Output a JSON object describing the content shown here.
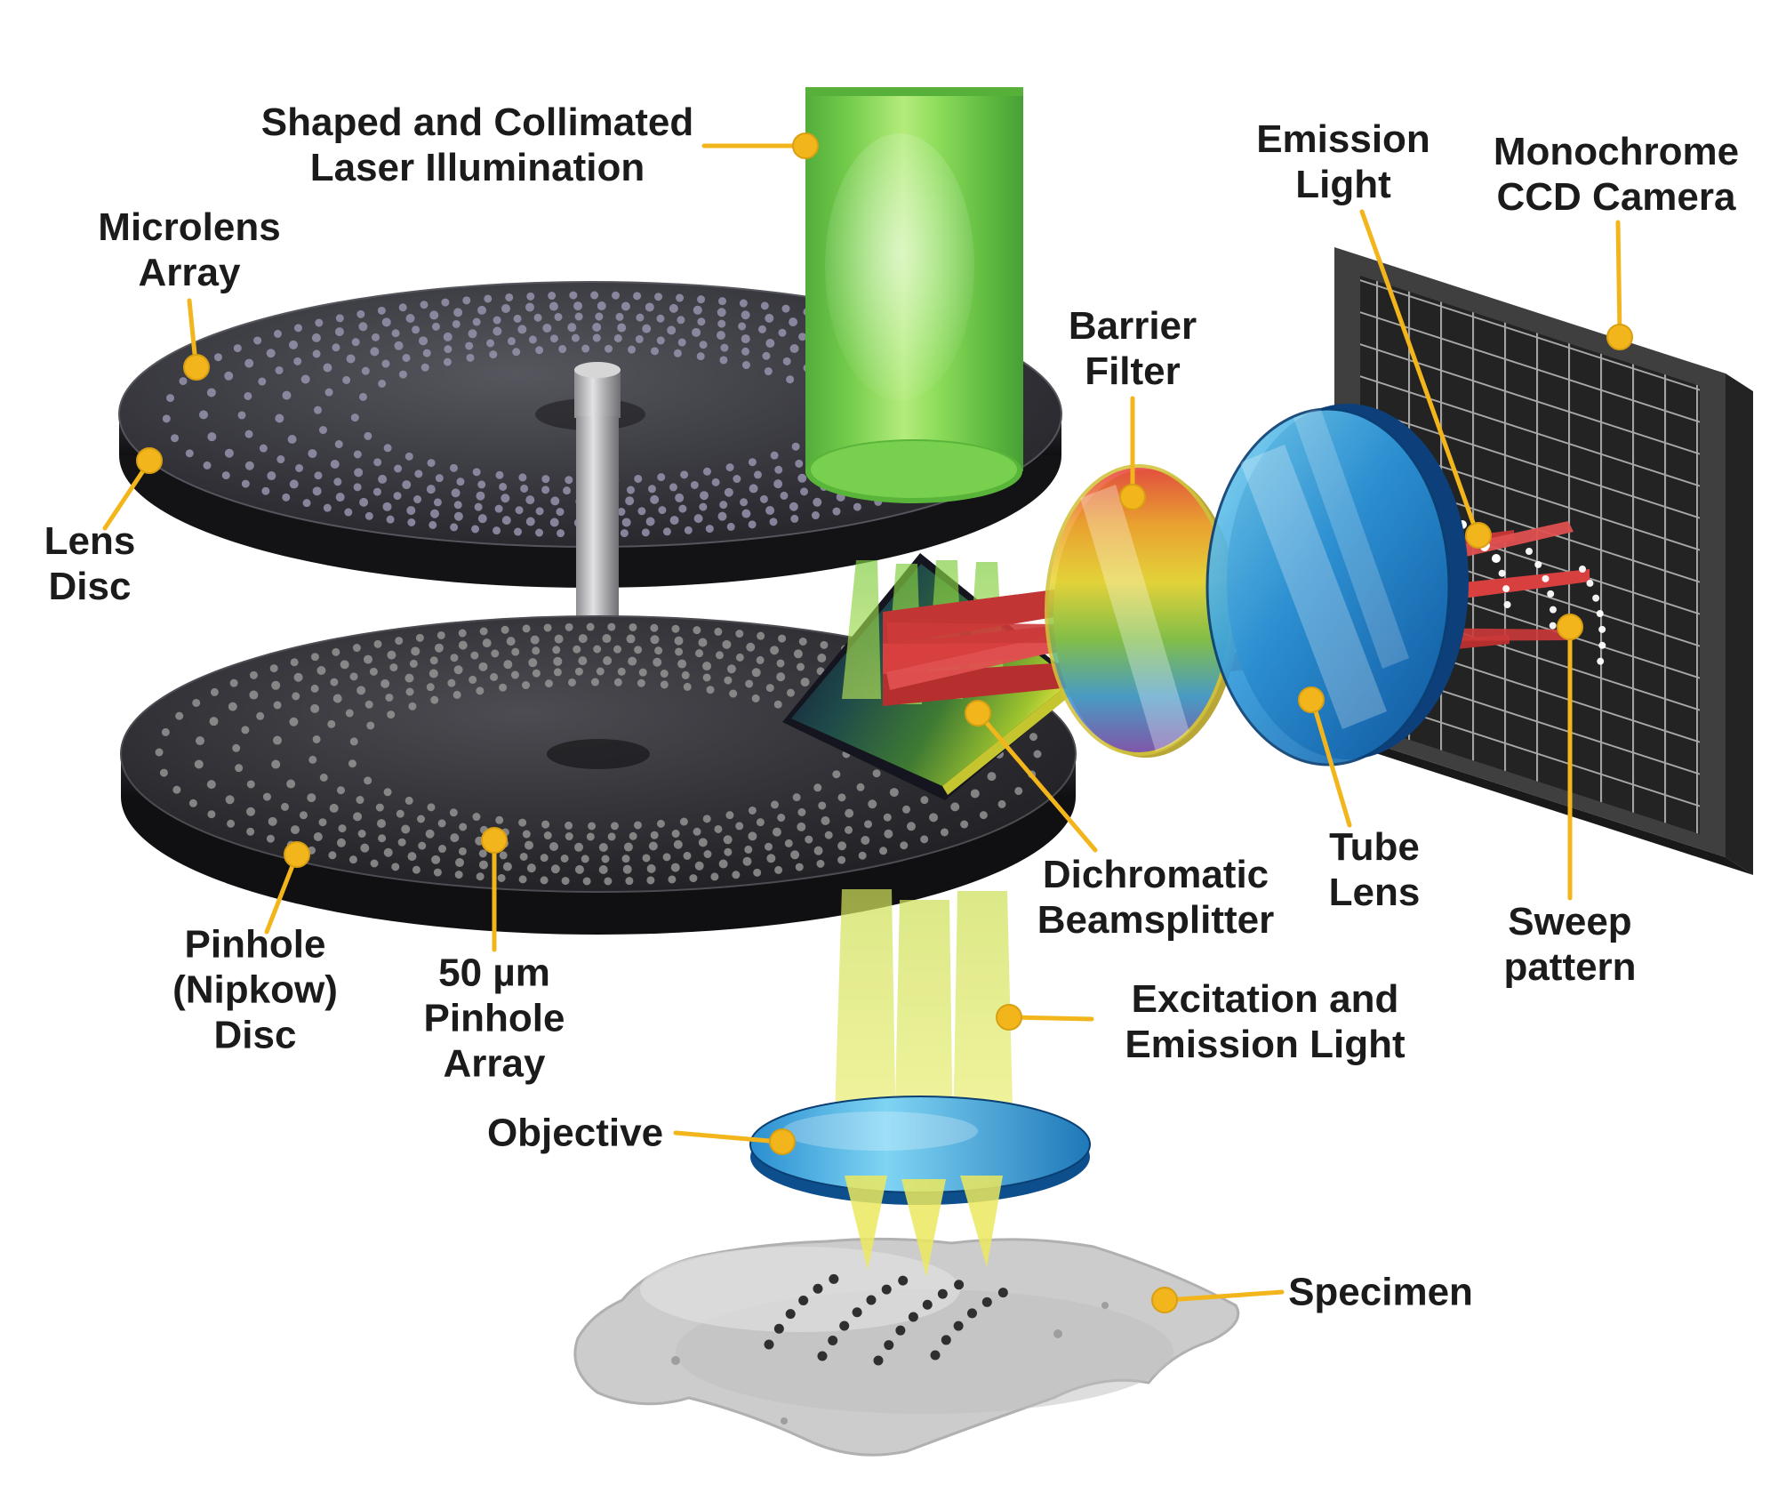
{
  "labels": {
    "laser": "Shaped and Collimated\nLaser Illumination",
    "microlens_array": "Microlens\nArray",
    "lens_disc": "Lens\nDisc",
    "pinhole_disc": "Pinhole\n(Nipkow)\nDisc",
    "pinhole_array": "50 µm\nPinhole\nArray",
    "objective": "Objective",
    "specimen": "Specimen",
    "excitation_emission": "Excitation and\nEmission Light",
    "dichromatic": "Dichromatic\nBeamsplitter",
    "barrier_filter": "Barrier\nFilter",
    "tube_lens": "Tube\nLens",
    "emission_light": "Emission\nLight",
    "ccd_camera": "Monochrome\nCCD Camera",
    "sweep_pattern": "Sweep\npattern"
  },
  "colors": {
    "leader_line": "#F2B51B",
    "label_text": "#1b1b1b",
    "laser_green": "#6FCE3E",
    "excitation_yellow": "#E6E655",
    "emission_red": "#CF3A3A",
    "tube_lens_blue": "#1F7EC2",
    "disc_dark": "#2B2B2B",
    "camera_grid_line": "#A8A8A8",
    "specimen_gray": "#CCCCCC"
  }
}
